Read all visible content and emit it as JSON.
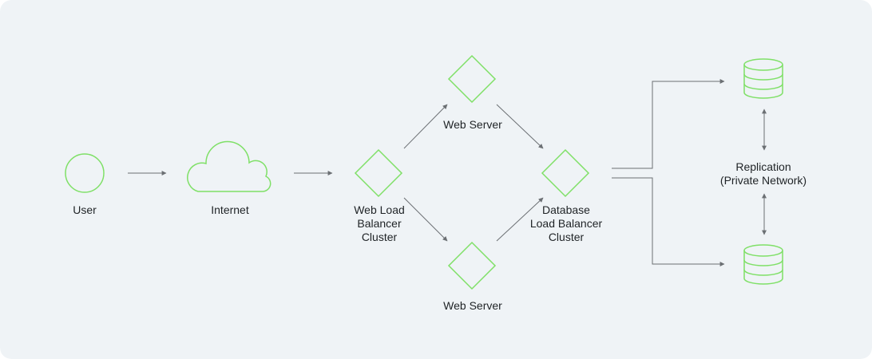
{
  "colors": {
    "background": "#eff3f6",
    "node_stroke": "#7fe067",
    "edge": "#6b6f73",
    "text": "#1f2326"
  },
  "nodes": {
    "user": {
      "label": "User",
      "icon": "circle-icon"
    },
    "internet": {
      "label": "Internet",
      "icon": "cloud-icon"
    },
    "web_lb": {
      "label": "Web Load\nBalancer\nCluster",
      "icon": "diamond-icon"
    },
    "web_server_top": {
      "label": "Web Server",
      "icon": "diamond-icon"
    },
    "web_server_bottom": {
      "label": "Web Server",
      "icon": "diamond-icon"
    },
    "db_lb": {
      "label": "Database\nLoad Balancer\nCluster",
      "icon": "diamond-icon"
    },
    "db_top": {
      "icon": "database-icon"
    },
    "db_bottom": {
      "icon": "database-icon"
    },
    "replication": {
      "label": "Replication\n(Private Network)"
    }
  }
}
